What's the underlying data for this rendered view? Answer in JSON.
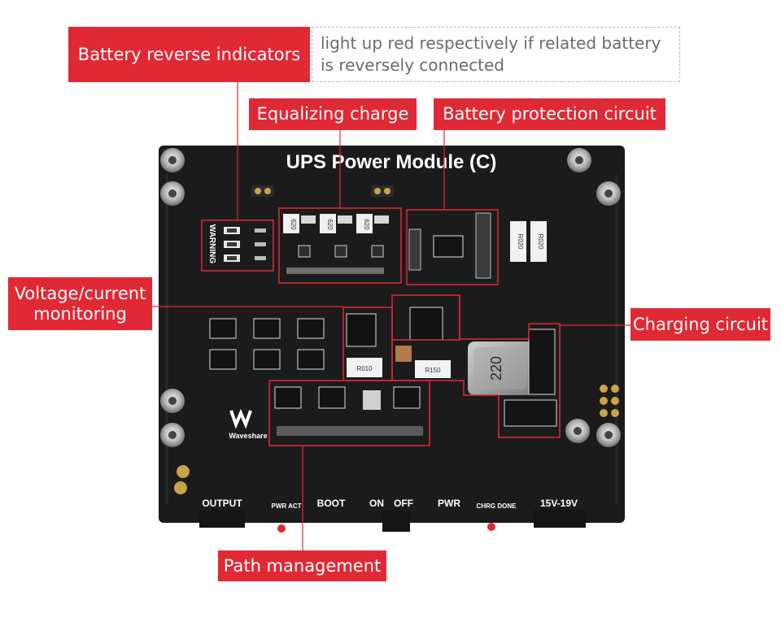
{
  "title": "UPS Power Module (C)",
  "callouts": {
    "reverse": "Battery reverse indicators",
    "reverse_note": "light up red respectively if related battery is reversely connected",
    "equalizing": "Equalizing charge",
    "protection": "Battery protection circuit",
    "voltage": "Voltage/current monitoring",
    "charging": "Charging circuit",
    "path": "Path management"
  },
  "silkscreen": {
    "warning": "WARNING",
    "output": "OUTPUT",
    "pwr_act": "PWR ACT",
    "boot": "BOOT",
    "on": "ON",
    "off": "OFF",
    "pwr": "PWR",
    "chrg_done": "CHRG DONE",
    "input": "15V-19V",
    "brand": "Waveshare",
    "r020_a": "R020",
    "r020_b": "R020",
    "r010": "R010",
    "r150": "R150",
    "inductor": "220",
    "fet1": "620",
    "fet2": "620",
    "fet3": "620"
  },
  "colors": {
    "callout": "#e02935",
    "board": "#1c1c1c",
    "silk": "#ffffff",
    "outline": "#e02935"
  }
}
